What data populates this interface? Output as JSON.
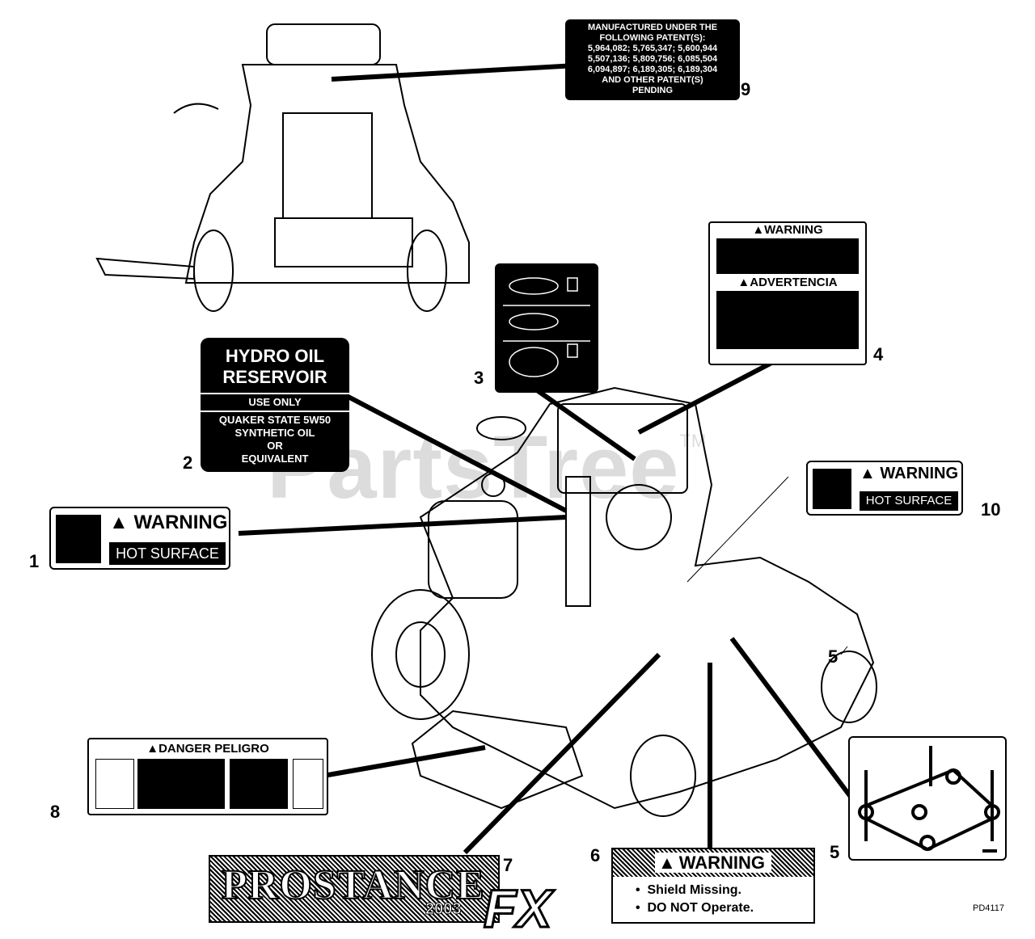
{
  "watermark": {
    "text": "PartsTree",
    "tm": "TM"
  },
  "callouts": [
    "1",
    "2",
    "3",
    "4",
    "5",
    "5",
    "6",
    "7",
    "8",
    "9",
    "10"
  ],
  "patent_label": {
    "lines": [
      "MANUFACTURED UNDER THE",
      "FOLLOWING PATENT(S):",
      "5,964,082; 5,765,347; 5,600,944",
      "5,507,136; 5,809,756; 6,085,504",
      "6,094,897; 6,189,305; 6,189,304",
      "AND OTHER PATENT(S)",
      "PENDING"
    ]
  },
  "hydro_label": {
    "title1": "HYDRO OIL",
    "title2": "RESERVOIR",
    "lines": [
      "USE ONLY",
      "QUAKER STATE 5W50",
      "SYNTHETIC OIL",
      "OR",
      "EQUIVALENT"
    ]
  },
  "hot_label_1": {
    "warning": "WARNING",
    "bar": "HOT SURFACE"
  },
  "hot_label_10": {
    "warning": "WARNING",
    "bar": "HOT SURFACE"
  },
  "label_4": {
    "heading1": "WARNING",
    "heading2": "ADVERTENCIA"
  },
  "label_8": {
    "heading": "DANGER  PELIGRO"
  },
  "label_6": {
    "heading": "WARNING",
    "lines": [
      "Shield Missing.",
      "DO NOT Operate."
    ]
  },
  "label_7": {
    "text": "PROSTANCE",
    "suffix": "FX",
    "sub": "2003"
  },
  "drawing_code": "PD4117"
}
